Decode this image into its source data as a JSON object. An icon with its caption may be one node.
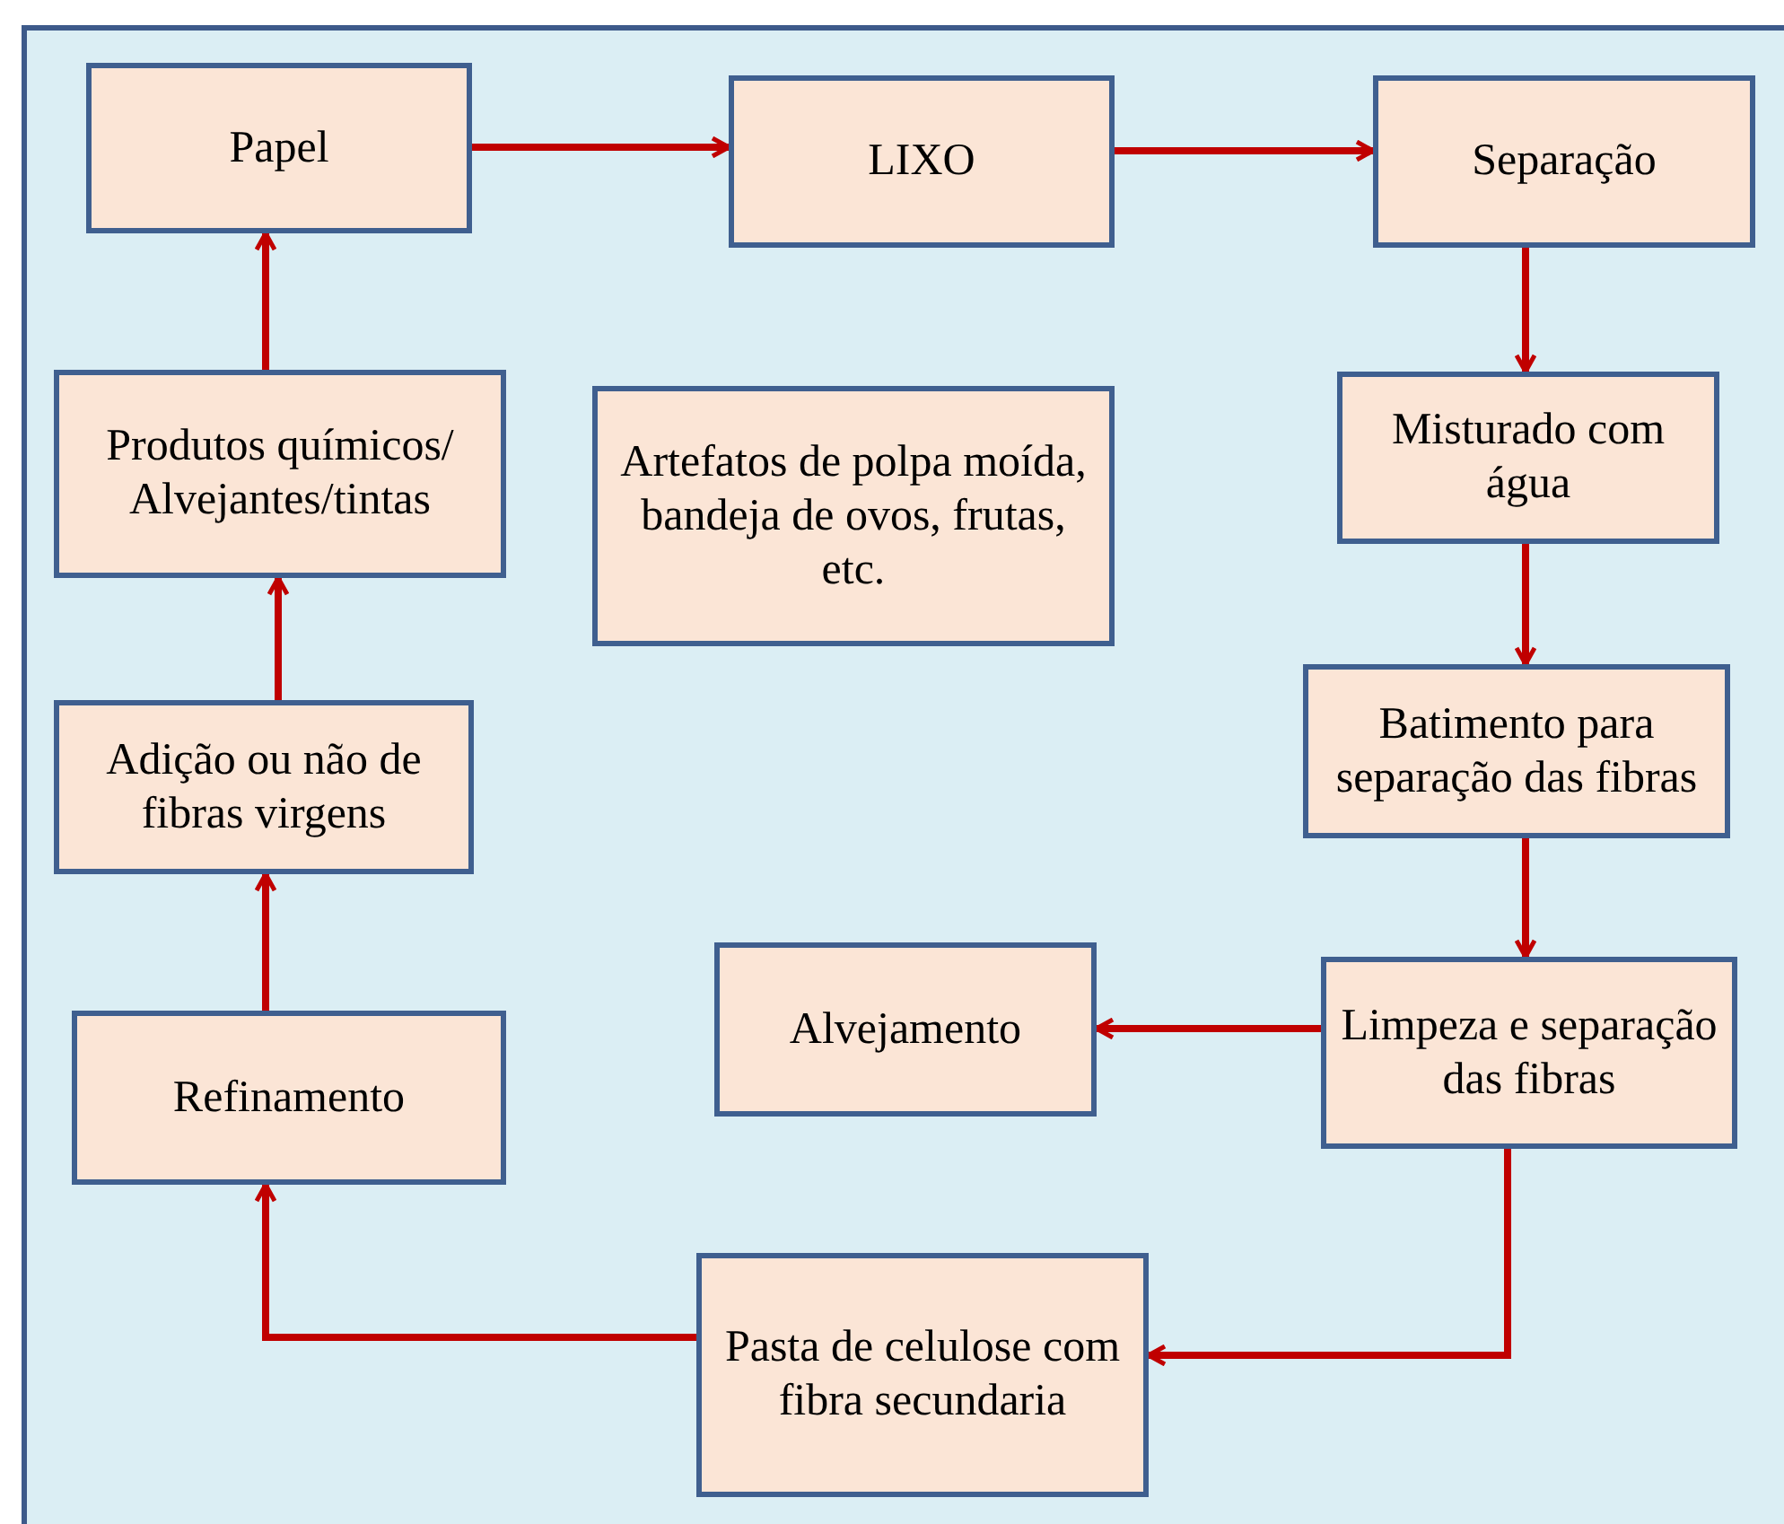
{
  "diagram": {
    "nodes": [
      {
        "text": [
          "Papel"
        ]
      },
      {
        "text": [
          "LIXO"
        ]
      },
      {
        "text": [
          "Separação"
        ]
      },
      {
        "text": [
          "Misturado com água"
        ]
      },
      {
        "text": [
          "Batimento para separação das fibras"
        ]
      },
      {
        "text": [
          "Limpeza e separação das fibras"
        ]
      },
      {
        "text": [
          "Alvejamento"
        ]
      },
      {
        "text": [
          "Pasta de celulose com fibra secundaria"
        ]
      },
      {
        "text": [
          "Refinamento"
        ]
      },
      {
        "text": [
          "Adição ou não de fibras virgens"
        ]
      },
      {
        "text": [
          "Produtos químicos/ Alvejantes/tintas"
        ]
      },
      {
        "text": [
          "Artefatos de polpa moída, bandeja de ovos, frutas, etc."
        ]
      }
    ],
    "edges": [
      {
        "from": 0,
        "to": 1,
        "arrow": "to"
      },
      {
        "from": 1,
        "to": 2,
        "arrow": "to"
      },
      {
        "from": 2,
        "to": 3,
        "arrow": "to"
      },
      {
        "from": 3,
        "to": 4,
        "arrow": "to"
      },
      {
        "from": 4,
        "to": 5,
        "arrow": "to"
      },
      {
        "from": 5,
        "to": 6,
        "arrow": "to"
      },
      {
        "from": 5,
        "to": 7,
        "arrow": "to"
      },
      {
        "from": 7,
        "to": 8,
        "arrow": "to"
      },
      {
        "from": 8,
        "to": 9,
        "arrow": "to"
      },
      {
        "from": 9,
        "to": 10,
        "arrow": "to"
      },
      {
        "from": 10,
        "to": 0,
        "arrow": "to"
      }
    ]
  }
}
